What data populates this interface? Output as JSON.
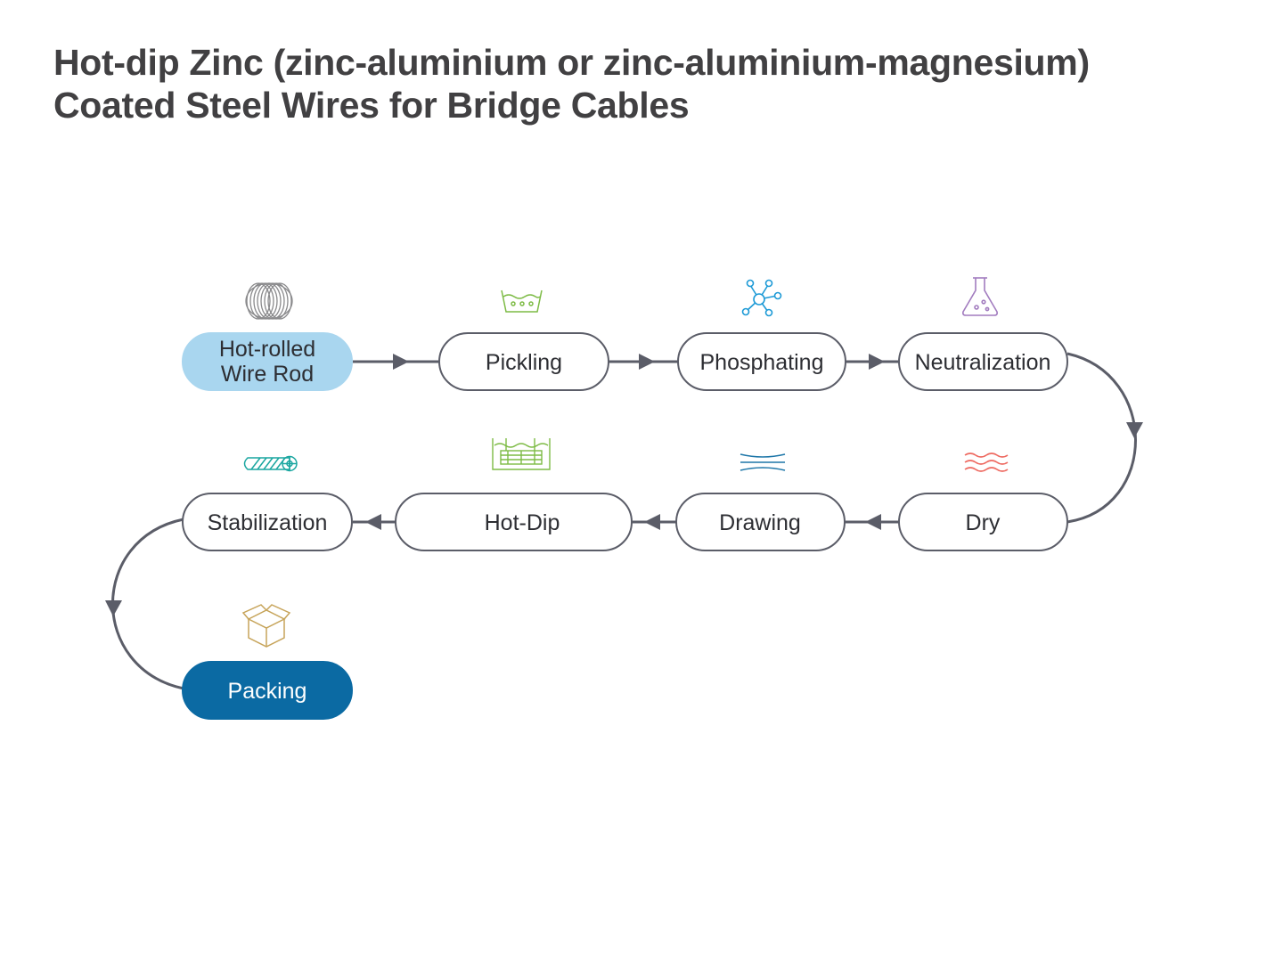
{
  "title": {
    "line1": "Hot-dip Zinc (zinc-aluminium or zinc-aluminium-magnesium)",
    "line2": "Coated Steel Wires for Bridge Cables"
  },
  "steps": [
    {
      "id": "hot-rolled-wire-rod",
      "label_line1": "Hot-rolled",
      "label_line2": "Wire Rod",
      "icon": "wire-coil-icon",
      "icon_color": "#8a8a8c",
      "fill": "#a9d6ef"
    },
    {
      "id": "pickling",
      "label_line1": "Pickling",
      "icon": "acid-bath-icon",
      "icon_color": "#7dbb45"
    },
    {
      "id": "phosphating",
      "label_line1": "Phosphating",
      "icon": "molecule-icon",
      "icon_color": "#1d9ad6"
    },
    {
      "id": "neutralization",
      "label_line1": "Neutralization",
      "icon": "flask-icon",
      "icon_color": "#a27cbf"
    },
    {
      "id": "dry",
      "label_line1": "Dry",
      "icon": "heat-waves-icon",
      "icon_color": "#ee6b62"
    },
    {
      "id": "drawing",
      "label_line1": "Drawing",
      "icon": "drawing-lines-icon",
      "icon_color": "#1f77a9"
    },
    {
      "id": "hot-dip",
      "label_line1": "Hot-Dip",
      "icon": "dip-tank-icon",
      "icon_color": "#7dbb45"
    },
    {
      "id": "stabilization",
      "label_line1": "Stabilization",
      "icon": "stranded-cable-icon",
      "icon_color": "#1aa6a0"
    },
    {
      "id": "packing",
      "label_line1": "Packing",
      "icon": "box-icon",
      "icon_color": "#c7a45a",
      "fill": "#0b6aa3"
    }
  ],
  "colors": {
    "connector": "#5b5d68",
    "title_text": "#414042",
    "start_fill": "#a9d6ef",
    "end_fill": "#0b6aa3"
  }
}
